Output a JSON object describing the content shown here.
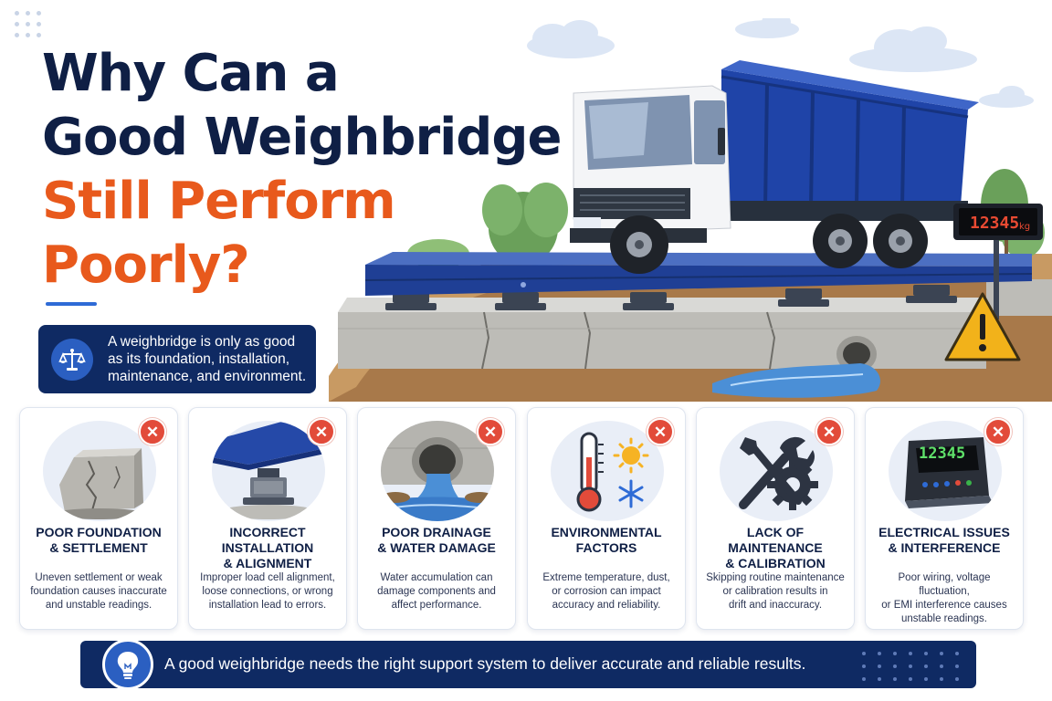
{
  "headline": {
    "line1": "Why Can a",
    "line2": "Good Weighbridge",
    "line3": "Still Perform",
    "line4": "Poorly?"
  },
  "intro": {
    "text": "A weighbridge is only as good as its foundation, installation, maintenance, and environment.",
    "icon": "scales-icon"
  },
  "scale_display": {
    "value": "12345",
    "unit": "kg"
  },
  "cards": [
    {
      "title": "POOR FOUNDATION\n& SETTLEMENT",
      "desc": "Uneven settlement or weak\nfoundation causes inaccurate\nand unstable readings.",
      "icon": "cracked-concrete-icon"
    },
    {
      "title": "INCORRECT INSTALLATION\n& ALIGNMENT",
      "desc": "Improper load cell alignment,\nloose connections, or wrong\ninstallation lead to errors.",
      "icon": "load-cell-icon"
    },
    {
      "title": "POOR DRAINAGE\n& WATER DAMAGE",
      "desc": "Water accumulation can\ndamage components and\naffect performance.",
      "icon": "drain-pipe-icon"
    },
    {
      "title": "ENVIRONMENTAL\nFACTORS",
      "desc": "Extreme temperature, dust,\nor corrosion can impact\naccuracy and reliability.",
      "icon": "thermometer-sun-snow-icon"
    },
    {
      "title": "LACK OF MAINTENANCE\n& CALIBRATION",
      "desc": "Skipping routine maintenance\nor calibration results in\ndrift and inaccuracy.",
      "icon": "wrench-gear-icon"
    },
    {
      "title": "ELECTRICAL ISSUES\n& INTERFERENCE",
      "desc": "Poor wiring, voltage fluctuation,\nor EMI interference causes\nunstable readings.",
      "icon": "digital-indicator-icon"
    }
  ],
  "card_display_value": "12345",
  "badge_symbol": "✕",
  "footer": {
    "text": "A good weighbridge needs the right support system to deliver accurate and reliable results.",
    "icon": "lightbulb-icon"
  },
  "colors": {
    "navy": "#0f1f45",
    "orange": "#e8591c",
    "banner": "#0f2a63",
    "accent_blue": "#2b5fc1",
    "alert_red": "#e24b3a"
  }
}
